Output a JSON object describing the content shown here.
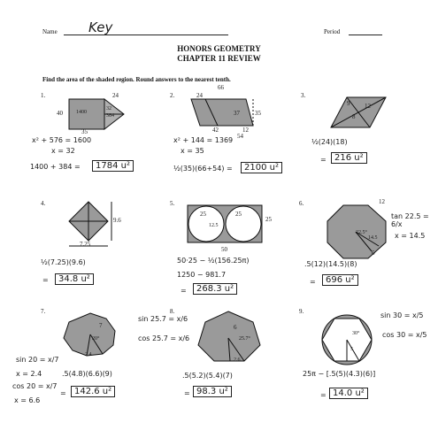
{
  "header": {
    "name_label": "Name",
    "name_value": "Key",
    "period_label": "Period",
    "title": "HONORS GEOMETRY",
    "subtitle": "CHAPTER 11 REVIEW"
  },
  "instructions": "Find the area of the shaded region. Round answers to the nearest tenth.",
  "problems": [
    {
      "number": "1.",
      "figure_labels": [
        "24",
        "40",
        "1400",
        "35",
        "32",
        "384"
      ],
      "work": [
        "x² + 576 = 1600",
        "x = 32",
        "1400 + 384 ="
      ],
      "answer": "1784 u²"
    },
    {
      "number": "2.",
      "figure_labels": [
        "66",
        "24",
        "37",
        "35",
        "42",
        "12",
        "54"
      ],
      "work": [
        "x² + 144 = 1369",
        "x = 35",
        "½(35)(66+54) ="
      ],
      "answer": "2100 u²"
    },
    {
      "number": "3.",
      "figure_labels": [
        "9",
        "12",
        "8"
      ],
      "work": [
        "½(24)(18)",
        "="
      ],
      "answer": "216 u²"
    },
    {
      "number": "4.",
      "figure_labels": [
        "9.6",
        "7.25"
      ],
      "work": [
        "½(7.25)(9.6)",
        "="
      ],
      "answer": "34.8 u²"
    },
    {
      "number": "5.",
      "figure_labels": [
        "25",
        "25",
        "12.5",
        "25",
        "50"
      ],
      "work": [
        "50·25 − ½(156.25π)",
        "1250 − 981.7",
        "="
      ],
      "answer": "268.3 u²"
    },
    {
      "number": "6.",
      "figure_labels": [
        "12",
        "22.5°",
        "14.5",
        "6"
      ],
      "work": [
        "tan 22.5 = 6/x",
        "x = 14.5",
        ".5(12)(14.5)(8)",
        "="
      ],
      "answer": "696 u²"
    },
    {
      "number": "7.",
      "figure_labels": [
        "7",
        "20°",
        "2.4"
      ],
      "work": [
        "sin 20 = x/7",
        "x = 2.4",
        "cos 20 = x/7",
        "x = 6.6",
        ".5(4.8)(6.6)(9)",
        "="
      ],
      "answer": "142.6 u²"
    },
    {
      "number": "8.",
      "figure_labels": [
        "6",
        "25.7°",
        "2.6"
      ],
      "work": [
        "sin 25.7 = x/6",
        "cos 25.7 = x/6",
        ".5(5.2)(5.4)(7)",
        "="
      ],
      "answer": "98.3 u²"
    },
    {
      "number": "9.",
      "figure_labels": [
        "5",
        "30°"
      ],
      "work": [
        "sin 30 = x/5",
        "cos 30 = x/5",
        "25π − [.5(5)(4.3)(6)]",
        "="
      ],
      "answer": "14.0 u²"
    }
  ]
}
